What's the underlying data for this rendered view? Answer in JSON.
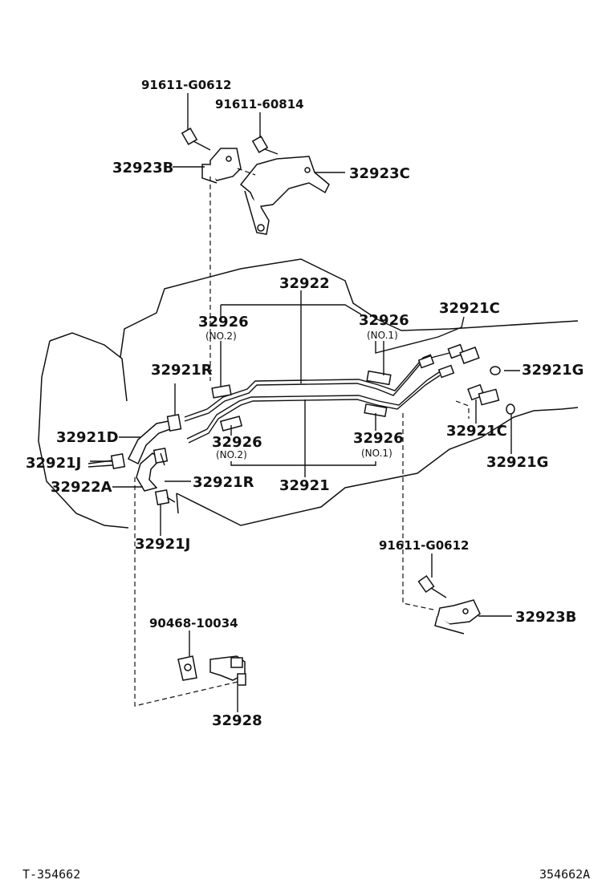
{
  "labels": {
    "bolt_top_1": "91611-G0612",
    "bolt_top_2": "91611-60814",
    "bracket_b_top": "32923B",
    "bracket_c": "32923C",
    "tube_upper": "32922",
    "clamp_no2_upper": "32926",
    "clamp_no2_upper_sub": "(NO.2)",
    "clamp_no1_upper": "32926",
    "clamp_no1_upper_sub": "(NO.1)",
    "union_c_upper": "32921C",
    "gasket_g_upper": "32921G",
    "clip_r_upper": "32921R",
    "hose_d": "32921D",
    "clip_j_left": "32921J",
    "hose_a": "32922A",
    "clip_r_lower": "32921R",
    "clip_j_lower": "32921J",
    "clamp_no2_lower": "32926",
    "clamp_no2_lower_sub": "(NO.2)",
    "clamp_no1_lower": "32926",
    "clamp_no1_lower_sub": "(NO.1)",
    "tube_lower": "32921",
    "union_c_lower": "32921C",
    "gasket_g_lower": "32921G",
    "bolt_right": "91611-G0612",
    "bracket_b_right": "32923B",
    "nut": "90468-10034",
    "clamp_bottom": "32928"
  },
  "footer": {
    "left_code": "T-354662",
    "right_code": "354662A"
  }
}
